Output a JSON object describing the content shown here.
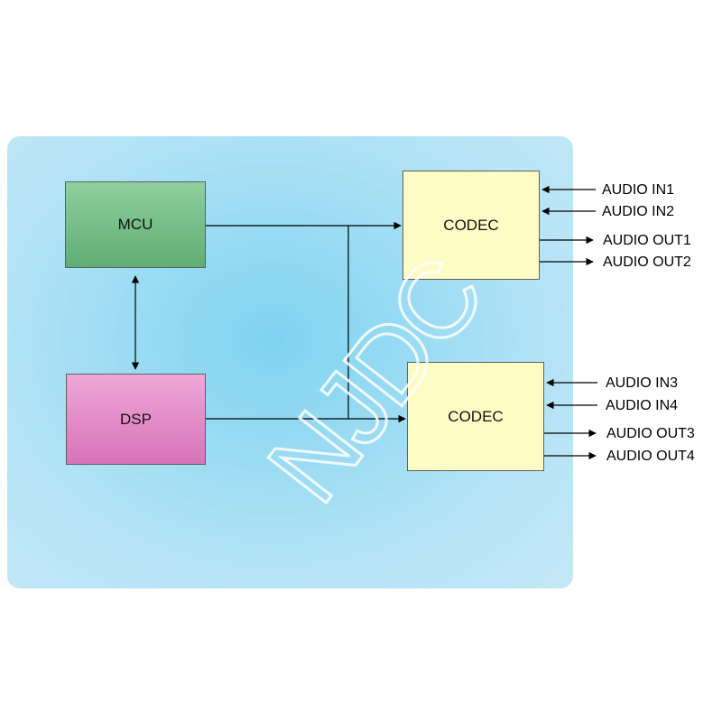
{
  "diagram": {
    "blocks": {
      "mcu": "MCU",
      "dsp": "DSP",
      "codec1": "CODEC",
      "codec2": "CODEC"
    },
    "codec1_io": {
      "in1": "AUDIO IN1",
      "in2": "AUDIO IN2",
      "out1": "AUDIO OUT1",
      "out2": "AUDIO OUT2"
    },
    "codec2_io": {
      "in3": "AUDIO IN3",
      "in4": "AUDIO IN4",
      "out3": "AUDIO OUT3",
      "out4": "AUDIO OUT4"
    },
    "watermark": "NJDC",
    "colors": {
      "panel": "#a9e0f5",
      "mcu": "#6fbd84",
      "dsp": "#e389c6",
      "codec": "#fdfcc4"
    }
  }
}
